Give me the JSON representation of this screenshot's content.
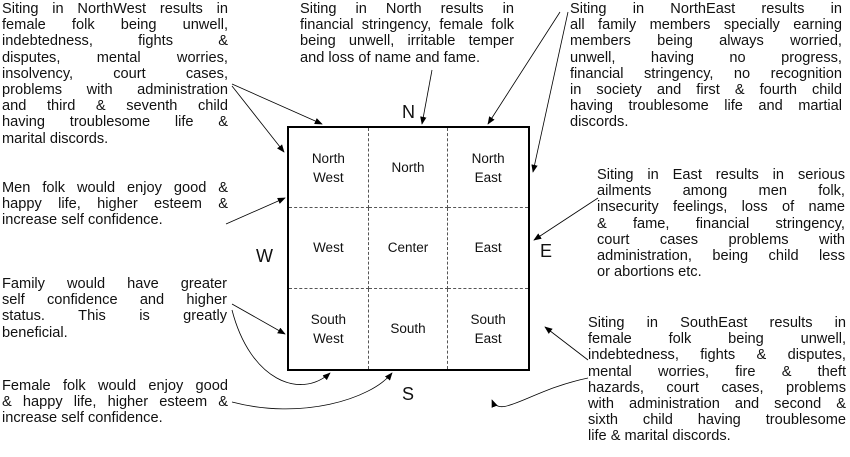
{
  "directions": {
    "n": "N",
    "s": "S",
    "e": "E",
    "w": "W"
  },
  "cells": [
    "North\nWest",
    "North",
    "North\nEast",
    "West",
    "Center",
    "East",
    "South\nWest",
    "South",
    "South\nEast"
  ],
  "notes": {
    "northwest": [
      "Siting in NorthWest results in",
      "female folk being unwell,",
      "indebtedness, fights &",
      "disputes, mental worries,",
      "insolvency, court cases,",
      "problems with administration",
      "and third & seventh child",
      "having troublesome life &",
      "marital discords."
    ],
    "north": [
      "Siting in North results in",
      "financial stringency, female folk",
      "being unwell, irritable temper",
      "and loss of name and fame."
    ],
    "northeast": [
      "Siting in NorthEast results in",
      "all family members specially earning",
      "members being always worried,",
      "unwell, having no progress,",
      "financial stringency, no recognition",
      "in society and first & fourth child",
      "having troublesome life and martial",
      "discords."
    ],
    "west": [
      "Men folk would enjoy good &",
      "happy life, higher esteem &",
      "increase self confidence."
    ],
    "east": [
      "Siting in East results in serious",
      "ailments among men folk,",
      "insecurity feelings, loss of name",
      "& fame, financial stringency,",
      "court cases problems with",
      "administration, being child less",
      "or abortions etc."
    ],
    "southwest": [
      "Family would have greater",
      "self confidence and higher",
      "status. This is greatly",
      "beneficial."
    ],
    "south": [
      "Female folk would enjoy good",
      "& happy life, higher esteem &",
      "increase self confidence."
    ],
    "southeast": [
      "Siting in SouthEast results in",
      "female folk being unwell,",
      "indebtedness, fights & disputes,",
      "mental worries, fire & theft",
      "hazards, court cases, problems",
      "with administration and second &",
      "sixth child having troublesome",
      "life & marital discords."
    ]
  }
}
